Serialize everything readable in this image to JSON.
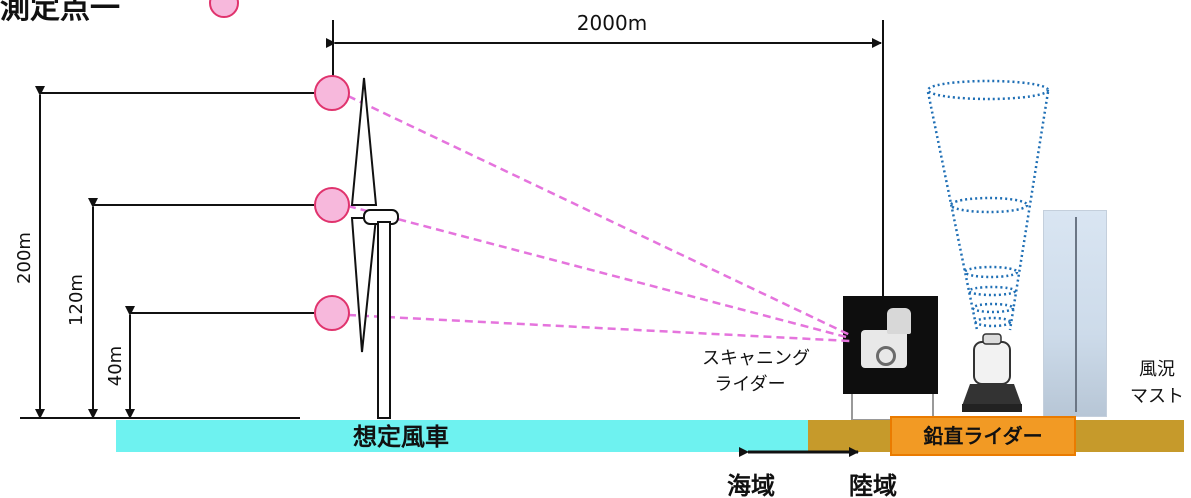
{
  "legend": {
    "label": "測定点一"
  },
  "distance": {
    "label": "2000m"
  },
  "heights": [
    {
      "label": "200m"
    },
    {
      "label": "120m"
    },
    {
      "label": "40m"
    }
  ],
  "ground": {
    "sea_label": "想定風車",
    "vertical_lidar_label": "鉛直ライダー",
    "boundary_left": "海域",
    "boundary_right": "陸域"
  },
  "scanning_lidar": {
    "line1": "スキャニング",
    "line2": "ライダー"
  },
  "mast": {
    "line1": "風況",
    "line2": "マスト"
  },
  "colors": {
    "measurement_point": "#f7b8dc",
    "measurement_stroke": "#e0336d",
    "beam": "#e574dd",
    "sea": "#6ef2f0",
    "land": "#c69a2b",
    "vertical_lidar_box": "#f29a24",
    "cone_dots": "#1f6fb5"
  }
}
